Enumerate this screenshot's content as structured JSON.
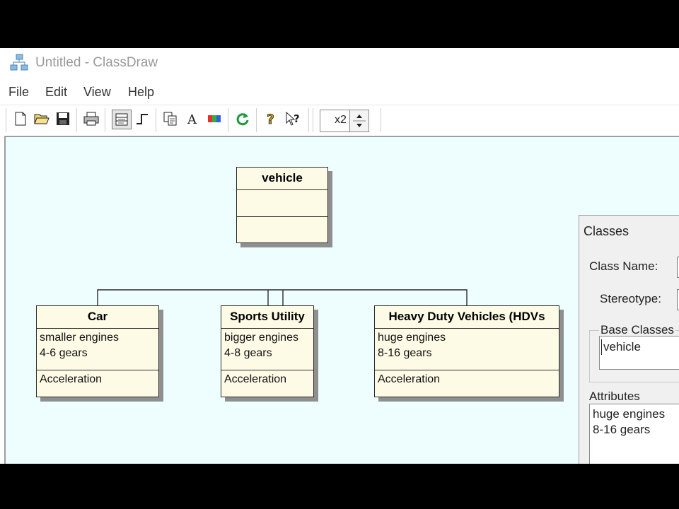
{
  "window": {
    "title": "Untitled - ClassDraw"
  },
  "menu": [
    "File",
    "Edit",
    "View",
    "Help"
  ],
  "toolbar": {
    "buttons": [
      "new-file-icon",
      "open-folder-icon",
      "save-icon",
      "print-icon",
      "class-tool-icon",
      "connector-tool-icon",
      "copy-icon",
      "text-tool-icon",
      "color-icon",
      "refresh-icon",
      "help-icon",
      "context-help-icon"
    ],
    "zoom_value": "x2"
  },
  "diagram": {
    "classes": [
      {
        "name": "vehicle",
        "attributes": [],
        "operations": []
      },
      {
        "name": "Car",
        "attributes": [
          "smaller engines",
          "4-6 gears"
        ],
        "operations": [
          "Acceleration"
        ]
      },
      {
        "name": "Sports Utility",
        "attributes": [
          "bigger engines",
          "4-8 gears"
        ],
        "operations": [
          "Acceleration"
        ]
      },
      {
        "name": "Heavy Duty Vehicles (HDVs",
        "attributes": [
          "huge engines",
          "8-16 gears"
        ],
        "operations": [
          "Acceleration"
        ]
      }
    ]
  },
  "panel": {
    "title": "Classes",
    "class_name_label": "Class Name:",
    "stereotype_label": "Stereotype:",
    "base_classes_label": "Base Classes",
    "base_classes": [
      "vehicle"
    ],
    "attributes_label": "Attributes",
    "attributes": [
      "huge engines",
      "8-16 gears"
    ]
  },
  "colors": {
    "canvas": "#eefdfe",
    "class_fill": "#fdfbe6",
    "shadow": "#8f8f8f"
  }
}
